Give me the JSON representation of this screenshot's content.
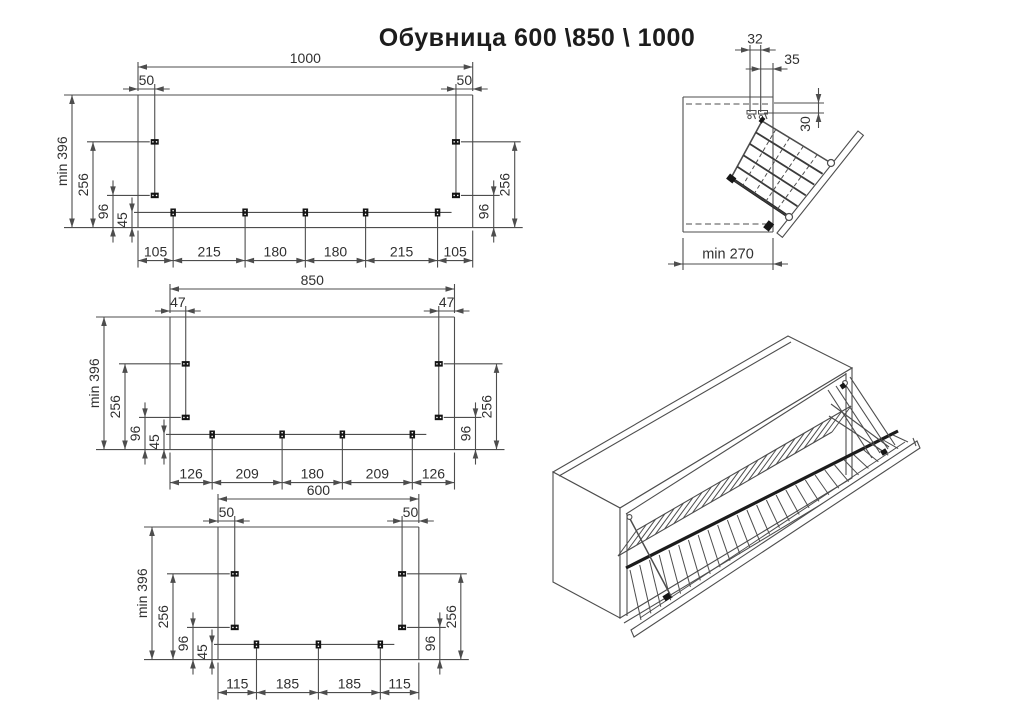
{
  "title": "Обувница 600 \\850 \\ 1000",
  "drawing": {
    "colors": {
      "line": "#4d4d4d",
      "text": "#303030",
      "hole": "#141414",
      "background": "#ffffff"
    },
    "front_views": [
      {
        "id": "1000",
        "width_mm": 1000,
        "width_label": "1000",
        "inset_mm": 50,
        "inset_label": "50",
        "height_label": "min 396",
        "upper_label": "256",
        "mid_label": "96",
        "low_label": "45",
        "right_upper_label": "256",
        "right_mid_label": "96",
        "seg_mm": [
          105,
          215,
          180,
          180,
          215,
          105
        ],
        "seg_labels": [
          "105",
          "215",
          "180",
          "180",
          "215",
          "105"
        ]
      },
      {
        "id": "850",
        "width_mm": 850,
        "width_label": "850",
        "inset_mm": 47,
        "inset_label": "47",
        "height_label": "min 396",
        "upper_label": "256",
        "mid_label": "96",
        "low_label": "45",
        "right_upper_label": "256",
        "right_mid_label": "96",
        "seg_mm": [
          126,
          209,
          180,
          209,
          126
        ],
        "seg_labels": [
          "126",
          "209",
          "180",
          "209",
          "126"
        ]
      },
      {
        "id": "600",
        "width_mm": 600,
        "width_label": "600",
        "inset_mm": 50,
        "inset_label": "50",
        "height_label": "min 396",
        "upper_label": "256",
        "mid_label": "96",
        "low_label": "45",
        "right_upper_label": "256",
        "right_mid_label": "96",
        "seg_mm": [
          115,
          185,
          185,
          115
        ],
        "seg_labels": [
          "115",
          "185",
          "185",
          "115"
        ]
      }
    ],
    "side_view": {
      "bracket_pitch_label": "32",
      "front_offset_label": "35",
      "top_drop_label": "30",
      "depth_label": "min 270"
    }
  }
}
